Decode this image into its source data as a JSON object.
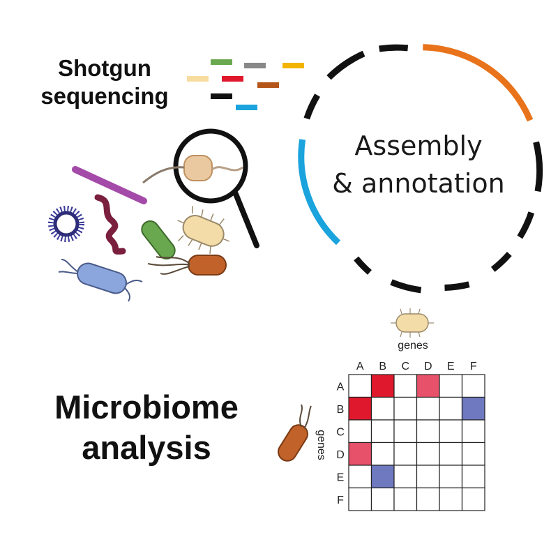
{
  "labels": {
    "shotgun_line1": "Shotgun",
    "shotgun_line2": "sequencing",
    "assembly_line1": "Assembly",
    "assembly_line2": "& annotation",
    "microbiome_line1": "Microbiome",
    "microbiome_line2": "analysis"
  },
  "matrix": {
    "col_title": "genes",
    "row_title": "genes",
    "columns": [
      "A",
      "B",
      "C",
      "D",
      "E",
      "F"
    ],
    "rows": [
      "A",
      "B",
      "C",
      "D",
      "E",
      "F"
    ],
    "highlights": [
      {
        "row": "A",
        "col": "B",
        "color": "#e0182d"
      },
      {
        "row": "A",
        "col": "D",
        "color": "#e8516a"
      },
      {
        "row": "B",
        "col": "A",
        "color": "#e0182d"
      },
      {
        "row": "B",
        "col": "F",
        "color": "#6e79c0"
      },
      {
        "row": "D",
        "col": "A",
        "color": "#e8516a"
      },
      {
        "row": "E",
        "col": "B",
        "color": "#6e79c0"
      }
    ]
  },
  "read_colors": [
    "#6aa84f",
    "#888888",
    "#f2b400",
    "#f7dca0",
    "#e0182d",
    "#b4561a",
    "#111111",
    "#1aa3dd"
  ],
  "ring_colors": {
    "default": "#111111",
    "accent_top_right": "#e8731a",
    "accent_left": "#1aa3dd"
  }
}
